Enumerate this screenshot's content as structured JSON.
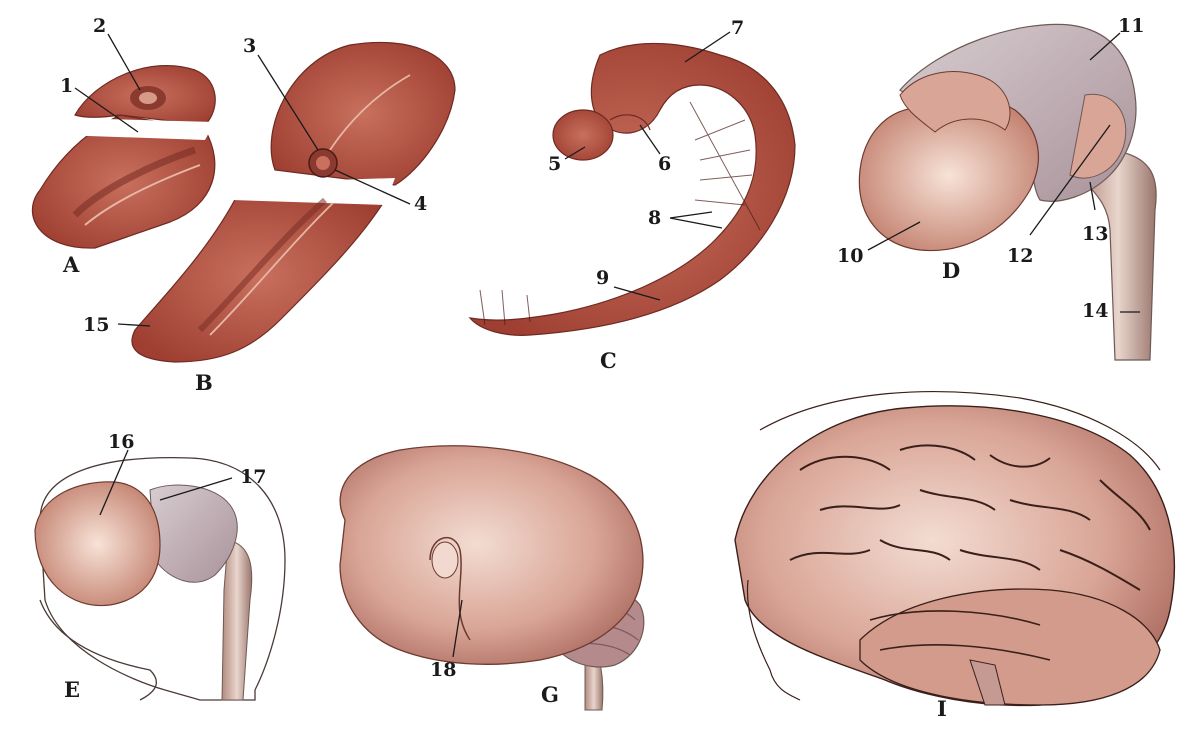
{
  "panels": {
    "a": "A",
    "b": "B",
    "c": "C",
    "d": "D",
    "e": "E",
    "g": "G",
    "i": "I"
  },
  "labels": {
    "l1": "1",
    "l2": "2",
    "l3": "3",
    "l4": "4",
    "l5": "5",
    "l6": "6",
    "l7": "7",
    "l8": "8",
    "l9": "9",
    "l10": "10",
    "l11": "11",
    "l12": "12",
    "l13": "13",
    "l14": "14",
    "l15": "15",
    "l16": "16",
    "l17": "17",
    "l18": "18"
  },
  "colors": {
    "tissue_dark": "#a8473a",
    "tissue_mid": "#c46a5a",
    "tissue_light": "#e2ab97",
    "brain_pink": "#d9a596",
    "brain_shadow": "#9a5b52",
    "outline": "#3a1f1a"
  }
}
